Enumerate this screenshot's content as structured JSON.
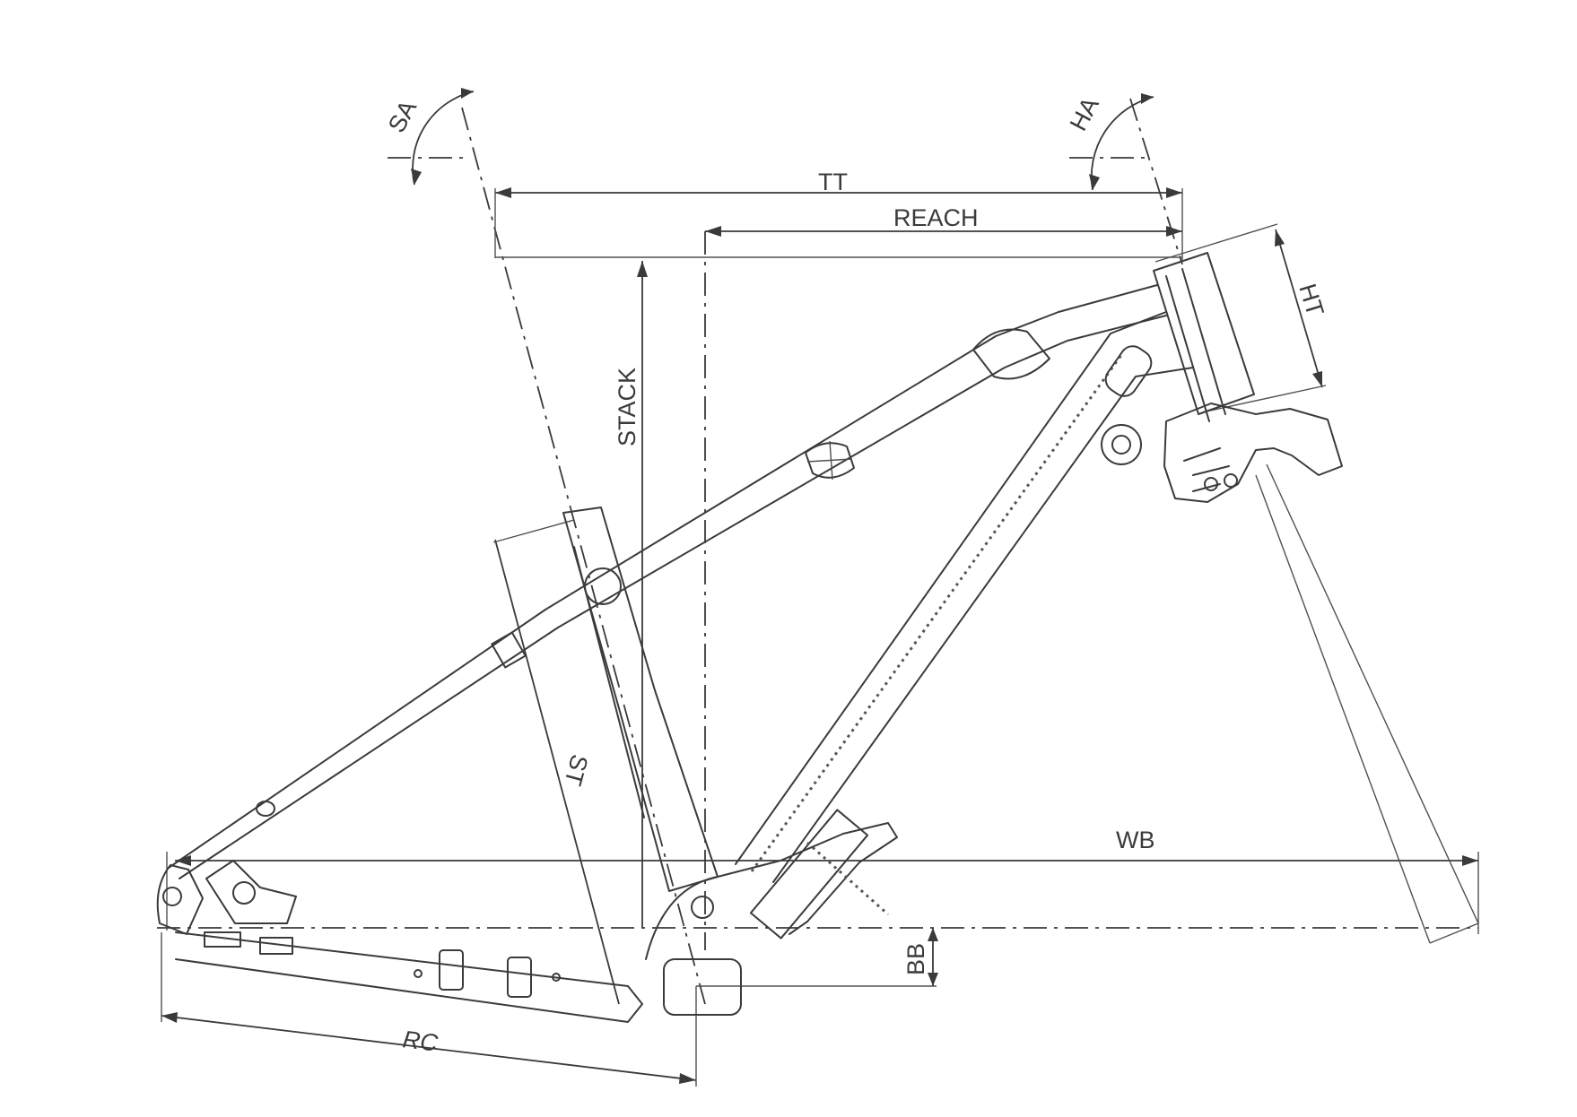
{
  "labels": {
    "tt": "TT",
    "reach": "REACH",
    "stack": "STACK",
    "ht": "HT",
    "sa": "SA",
    "ha": "HA",
    "st": "ST",
    "wb": "WB",
    "bb": "BB",
    "rc": "RC"
  }
}
